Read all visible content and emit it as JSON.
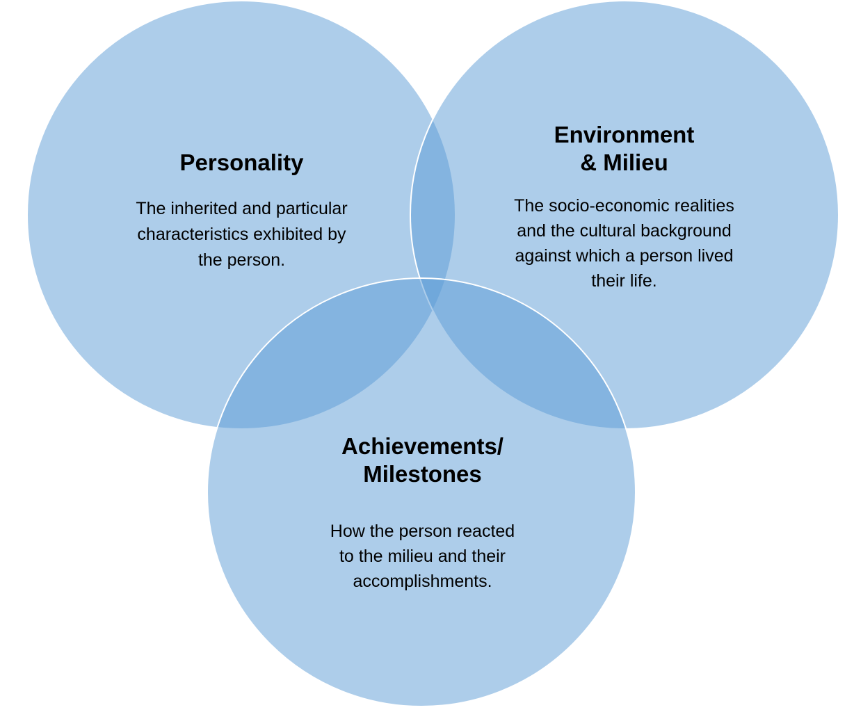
{
  "colors": {
    "circle_fill": "#5b9bd5",
    "circle_stroke": "#ffffff"
  },
  "circles": [
    {
      "id": "personality",
      "title_lines": [
        "Personality"
      ],
      "desc_lines": [
        "The inherited and particular",
        "characteristics exhibited by",
        "the person."
      ]
    },
    {
      "id": "environment",
      "title_lines": [
        "Environment",
        "& Milieu"
      ],
      "desc_lines": [
        "The socio-economic realities",
        "and the cultural background",
        "against which a person lived",
        "their life."
      ]
    },
    {
      "id": "achievements",
      "title_lines": [
        "Achievements/",
        "Milestones"
      ],
      "desc_lines": [
        "How the person reacted",
        "to the milieu and their",
        "accomplishments."
      ]
    }
  ]
}
